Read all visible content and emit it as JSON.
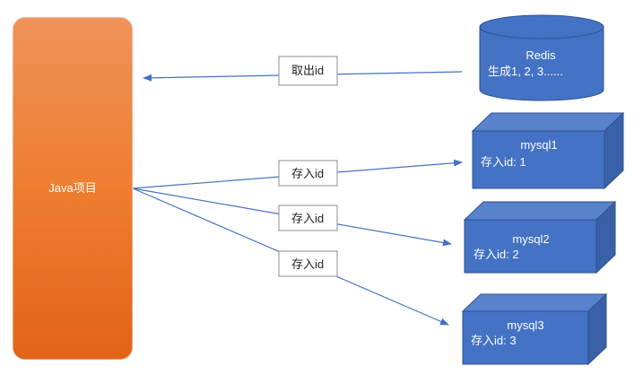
{
  "java_project": {
    "label": "Java项目"
  },
  "redis": {
    "title": "Redis",
    "note": "生成1, 2, 3......"
  },
  "databases": [
    {
      "name": "mysql1",
      "note": "存入id: 1"
    },
    {
      "name": "mysql2",
      "note": "存入id: 2"
    },
    {
      "name": "mysql3",
      "note": "存入id: 3"
    }
  ],
  "edges": {
    "fetch": "取出id",
    "store_1": "存入id",
    "store_2": "存入id",
    "store_3": "存入id"
  },
  "colors": {
    "java_gradient_top": "#f0935a",
    "java_gradient_bottom": "#e26317",
    "node_blue": "#4472c4",
    "node_blue_dark": "#2f528f",
    "node_blue_side": "#3a61a8",
    "arrow": "#4472c4"
  }
}
